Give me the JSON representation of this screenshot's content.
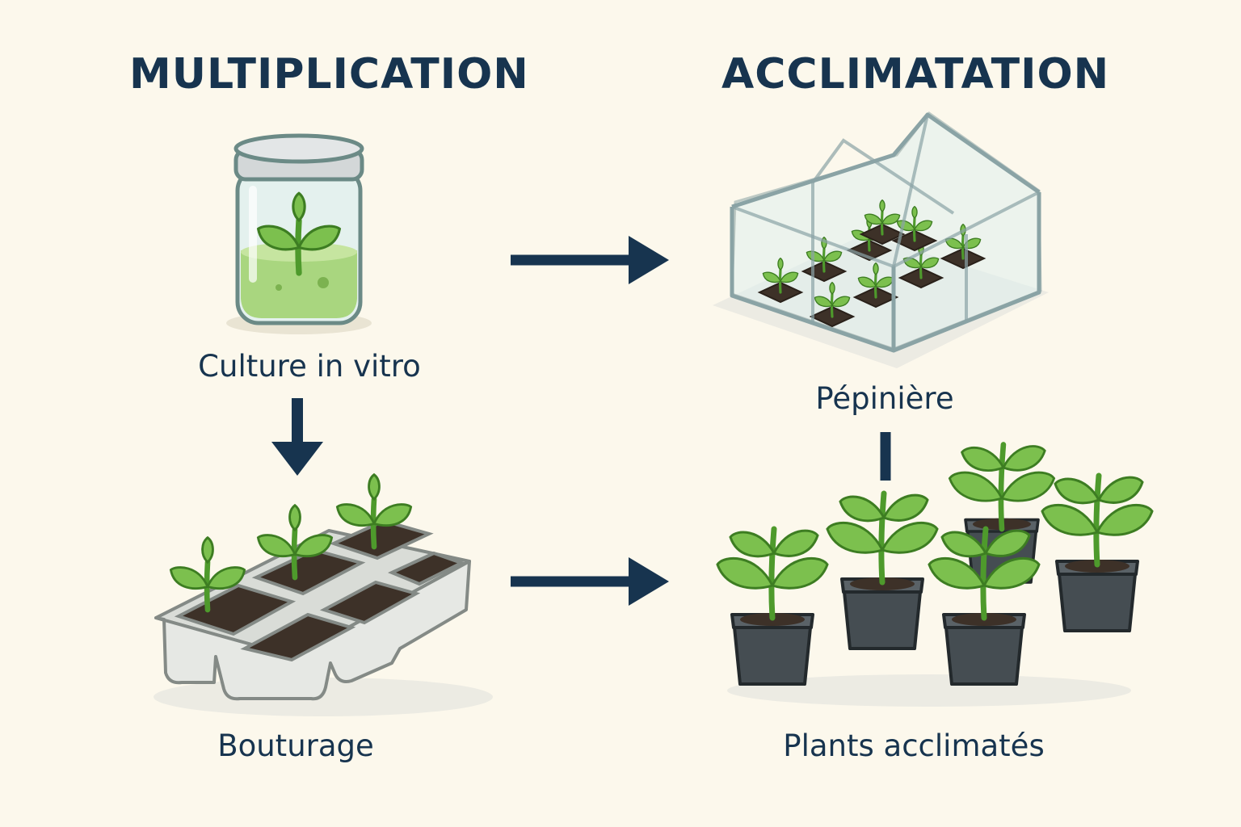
{
  "headings": {
    "multiplication": "MULTIPLICATION",
    "acclimatation": "ACCLIMATATION"
  },
  "steps": {
    "culture_in_vitro": "Culture in vitro",
    "pepiniere": "Pépinière",
    "bouturage": "Bouturage",
    "plants_acclimates": "Plants acclimatés"
  },
  "colors": {
    "background": "#fcf8ec",
    "text": "#17344f",
    "arrow": "#17344f",
    "leaf": "#7cc04e",
    "soil": "#3d3128",
    "pot": "#454d52"
  },
  "icons": [
    "jar-icon",
    "greenhouse-icon",
    "seedling-tray-icon",
    "potted-plants-icon"
  ]
}
